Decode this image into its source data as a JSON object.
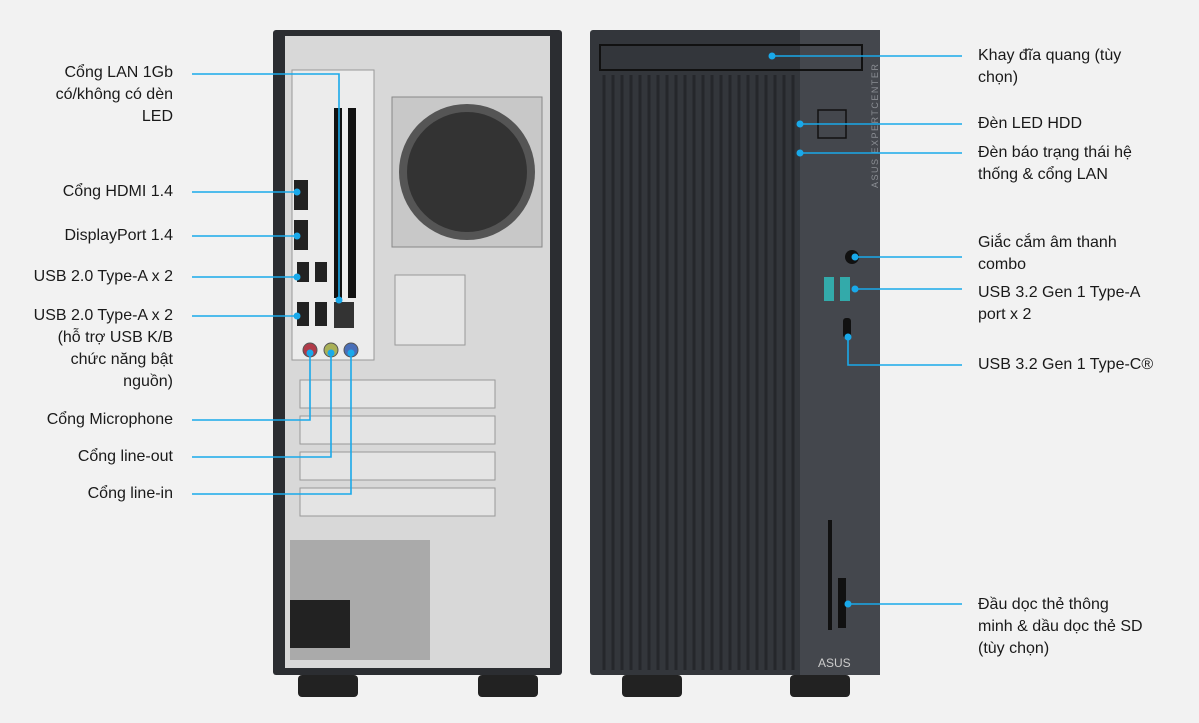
{
  "title": "ASUS ExpertCenter tower - rear and front ports",
  "colors": {
    "callout_line": "#19a9ea",
    "background": "#f2f2f2",
    "case_dark": "#2e3034",
    "panel_silver": "#d9d9d9"
  },
  "rear_labels": [
    {
      "id": "lan",
      "lines": [
        "Cổng LAN 1Gb",
        "có/không có dèn",
        "LED"
      ]
    },
    {
      "id": "hdmi",
      "lines": [
        "Cổng HDMI 1.4"
      ]
    },
    {
      "id": "dp",
      "lines": [
        "DisplayPort 1.4"
      ]
    },
    {
      "id": "usb2a",
      "lines": [
        "USB 2.0 Type-A x 2"
      ]
    },
    {
      "id": "usb2b",
      "lines": [
        "USB 2.0 Type-A x 2",
        "(hỗ trợ USB K/B",
        "chức năng bật",
        "nguồn)"
      ]
    },
    {
      "id": "mic",
      "lines": [
        "Cổng Microphone"
      ]
    },
    {
      "id": "lineout",
      "lines": [
        "Cổng line-out"
      ]
    },
    {
      "id": "linein",
      "lines": [
        "Cổng line-in"
      ]
    }
  ],
  "front_labels": [
    {
      "id": "odd",
      "lines": [
        "Khay đĩa quang (tùy",
        "chọn)"
      ]
    },
    {
      "id": "hddled",
      "lines": [
        "Đèn LED HDD"
      ]
    },
    {
      "id": "status",
      "lines": [
        "Đèn báo trạng thái hệ",
        "thống & cổng LAN"
      ]
    },
    {
      "id": "audio",
      "lines": [
        "Giắc cắm âm thanh",
        "combo"
      ]
    },
    {
      "id": "usb3a",
      "lines": [
        "USB 3.2 Gen 1 Type-A",
        "port x 2"
      ]
    },
    {
      "id": "usbc",
      "lines": [
        "USB 3.2 Gen 1 Type-C®"
      ]
    },
    {
      "id": "card",
      "lines": [
        "Đầu dọc thẻ thông",
        "minh & dầu dọc thẻ SD",
        "(tùy chọn)"
      ]
    }
  ],
  "logo_text": "ASUS",
  "side_text": "ASUS EXPERTCENTER"
}
